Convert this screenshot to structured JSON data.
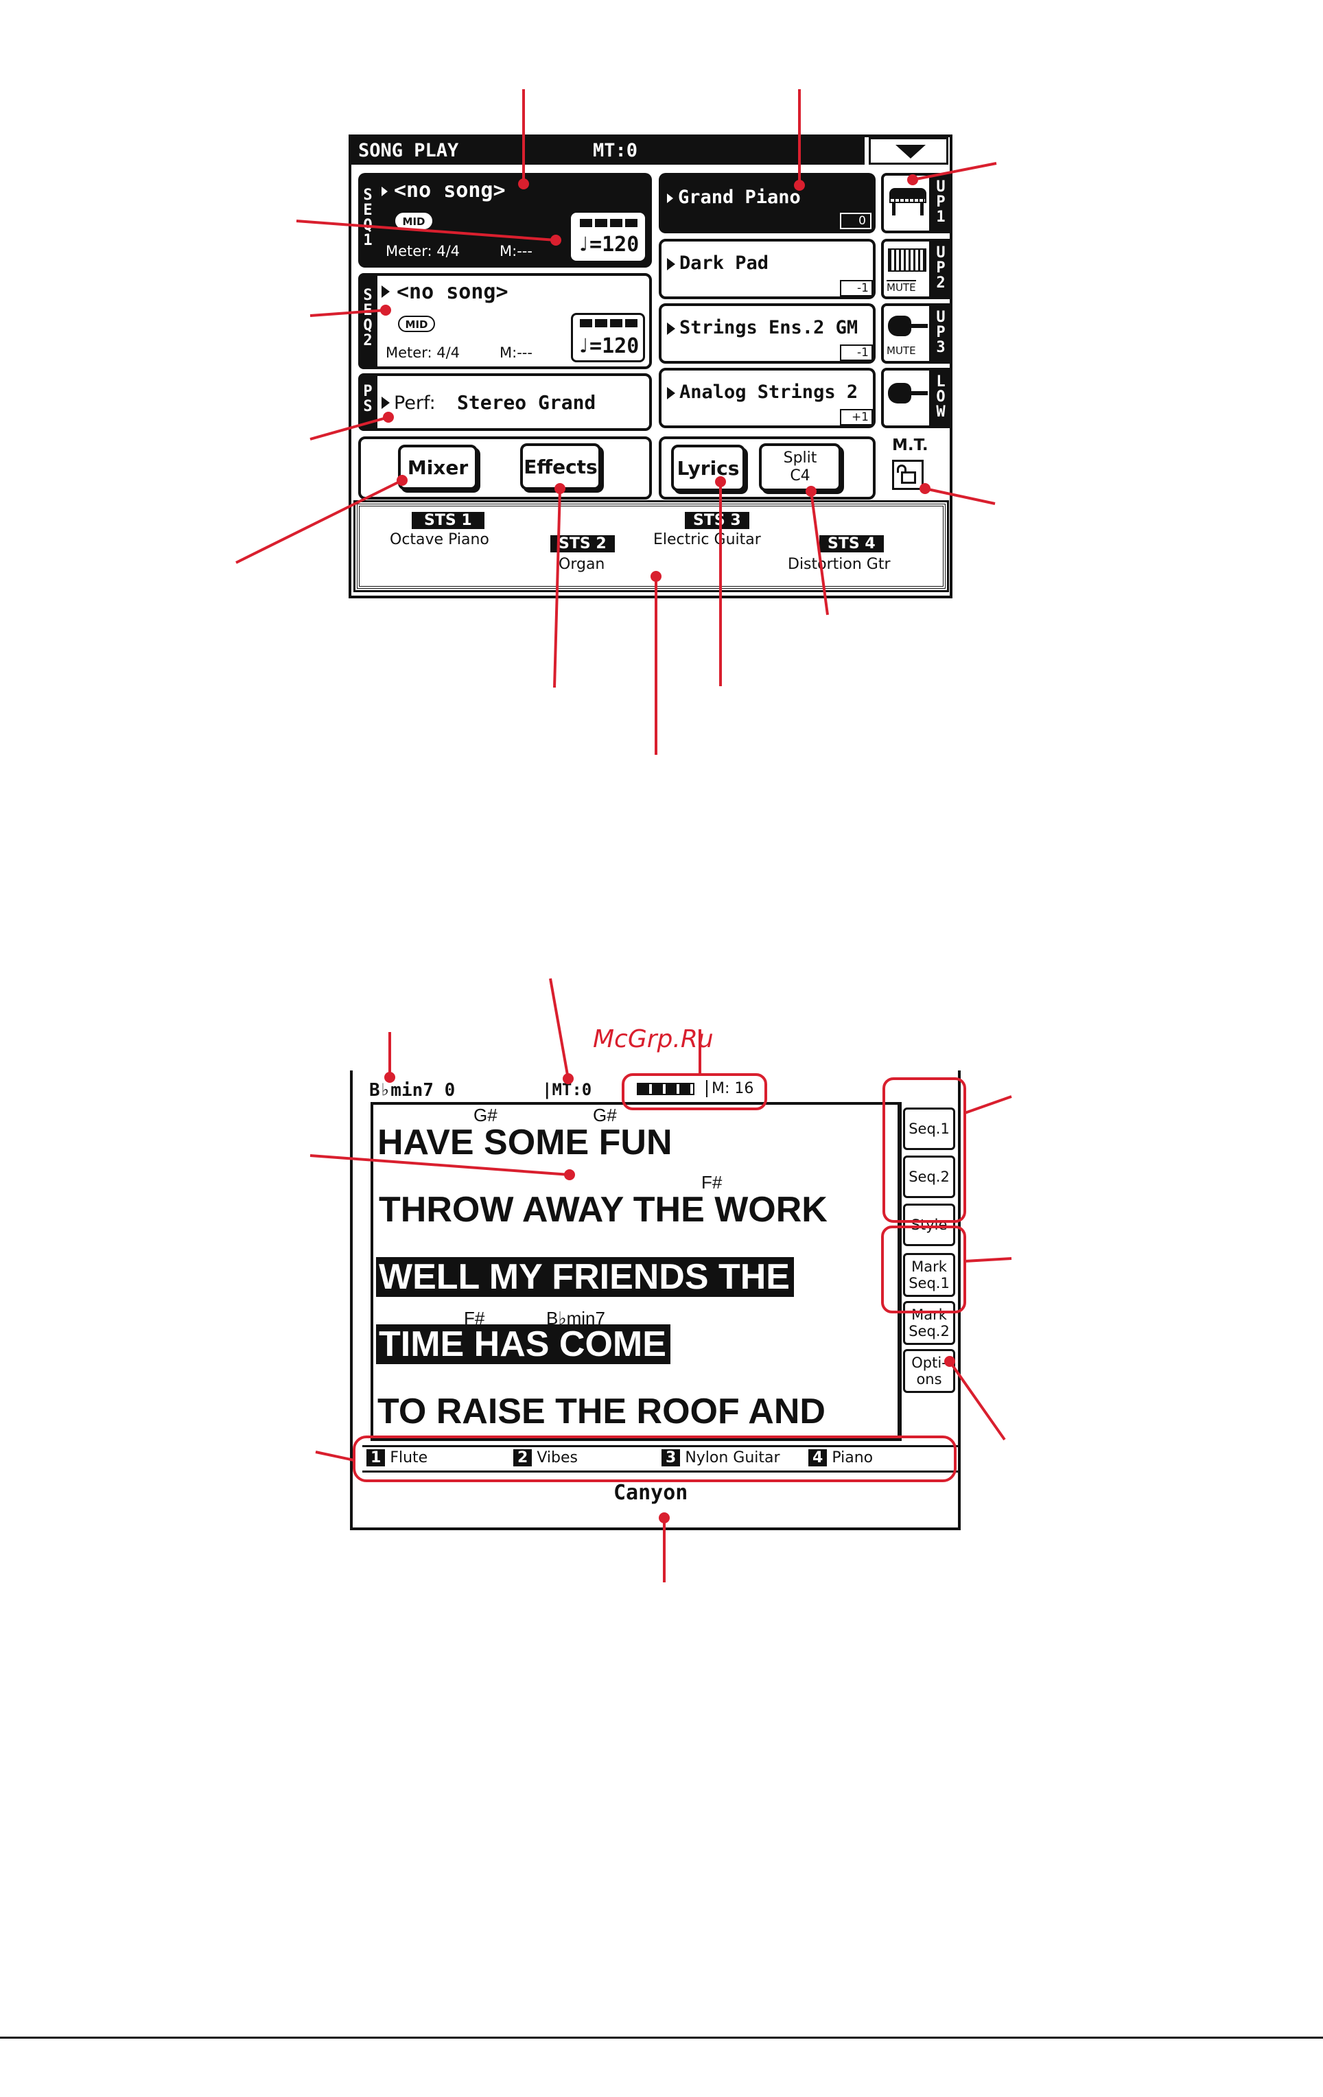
{
  "song_play": {
    "header": {
      "title": "SONG PLAY",
      "mt": "MT:0"
    },
    "seq1": {
      "tag": "S E Q 1",
      "song": "<no song>",
      "badge": "MID",
      "meter": "Meter: 4/4",
      "measure": "M:---",
      "tempo": "♩=120"
    },
    "seq2": {
      "tag": "S E Q 2",
      "song": "<no song>",
      "badge": "MID",
      "meter": "Meter: 4/4",
      "measure": "M:---",
      "tempo": "♩=120"
    },
    "ps": {
      "tag": "P S",
      "label": "Perf:",
      "value": "Stereo Grand"
    },
    "sounds": [
      {
        "name": "Grand Piano",
        "octave": "0",
        "tag": "U P 1",
        "mute": ""
      },
      {
        "name": "Dark Pad",
        "octave": "-1",
        "tag": "U P 2",
        "mute": "MUTE"
      },
      {
        "name": "Strings Ens.2 GM",
        "octave": "-1",
        "tag": "U P 3",
        "mute": "MUTE"
      },
      {
        "name": "Analog Strings 2",
        "octave": "+1",
        "tag": "L O W",
        "mute": ""
      }
    ],
    "buttons": {
      "mixer": "Mixer",
      "effects": "Effects",
      "lyrics": "Lyrics",
      "split_label": "Split",
      "split_value": "C4",
      "mt_label": "M.T."
    },
    "sts": [
      {
        "tag": "STS 1",
        "name": "Octave Piano"
      },
      {
        "tag": "STS 2",
        "name": "Organ"
      },
      {
        "tag": "STS 3",
        "name": "Electric Guitar"
      },
      {
        "tag": "STS 4",
        "name": "Distortion Gtr"
      }
    ]
  },
  "watermark": "McGrp.Ru",
  "lyrics_page": {
    "chord": "B♭min7",
    "chord_suffix": "0",
    "mt": "|MT:0",
    "measure": "M: 16",
    "lines": [
      {
        "chords": [
          {
            "text": "G#"
          },
          {
            "text": "G#"
          }
        ],
        "text": "HAVE SOME FUN",
        "highlight": false
      },
      {
        "chords": [
          {
            "text": "F#"
          }
        ],
        "text": "THROW AWAY THE WORK",
        "highlight": false
      },
      {
        "chords": [],
        "text": "WELL MY FRIENDS THE",
        "highlight": true
      },
      {
        "chords": [
          {
            "text": "F#"
          },
          {
            "text": "B♭min7"
          }
        ],
        "text": "TIME HAS COME",
        "highlight": true
      },
      {
        "chords": [],
        "text": "TO RAISE THE ROOF AND",
        "highlight": false
      }
    ],
    "side_buttons": {
      "seq1": "Seq.1",
      "seq2": "Seq.2",
      "style": "Style",
      "mark1a": "Mark",
      "mark1b": "Seq.1",
      "mark2a": "Mark",
      "mark2b": "Seq.2",
      "opt_a": "Opti-",
      "opt_b": "ons"
    },
    "tracks": [
      {
        "num": "1",
        "name": "Flute"
      },
      {
        "num": "2",
        "name": "Vibes"
      },
      {
        "num": "3",
        "name": "Nylon Guitar"
      },
      {
        "num": "4",
        "name": "Piano"
      }
    ],
    "style_name": "Canyon"
  },
  "colors": {
    "callout": "#d91f2e",
    "ink": "#111111"
  }
}
